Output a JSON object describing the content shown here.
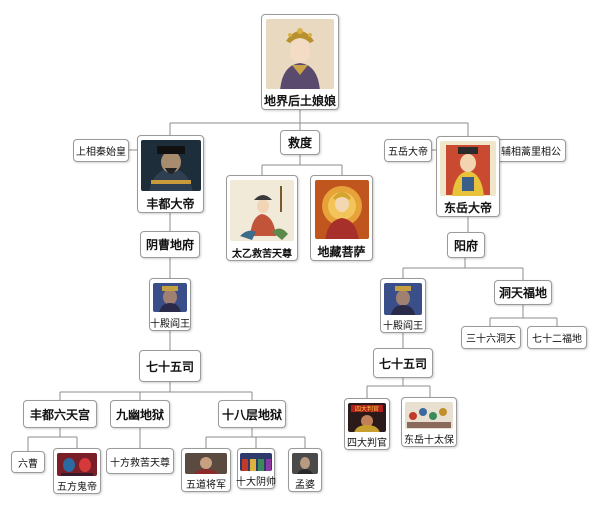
{
  "nodes": {
    "root": "地界后土娘娘",
    "shangxiang": "上相秦始皇",
    "fengdu": "丰都大帝",
    "jiudu": "救度",
    "taiyi": "太乙救苦天尊",
    "dizang": "地藏菩萨",
    "wuyue": "五岳大帝",
    "fuxiang": "辅相蒿里相公",
    "dongyue": "东岳大帝",
    "yincao": "阴曹地府",
    "shidian_left": "十殿阎王",
    "qishiwusi_left": "七十五司",
    "liutiangong": "丰都六天宫",
    "jiuyou": "九幽地狱",
    "shibaceng": "十八层地狱",
    "liucao": "六曹",
    "wufang": "五方鬼帝",
    "shifang": "十方救苦天尊",
    "wudao": "五道将军",
    "shida": "十大阴帅",
    "mengpo": "孟婆",
    "yangfu": "阳府",
    "shidian_right": "十殿阎王",
    "qishiwusi_right": "七十五司",
    "dongtian": "洞天福地",
    "sanshiliu": "三十六洞天",
    "qishier": "七十二福地",
    "sida": "四大判官",
    "taibao": "东岳十太保"
  },
  "image_lettering": {
    "sida_plaque": "四大判官"
  }
}
